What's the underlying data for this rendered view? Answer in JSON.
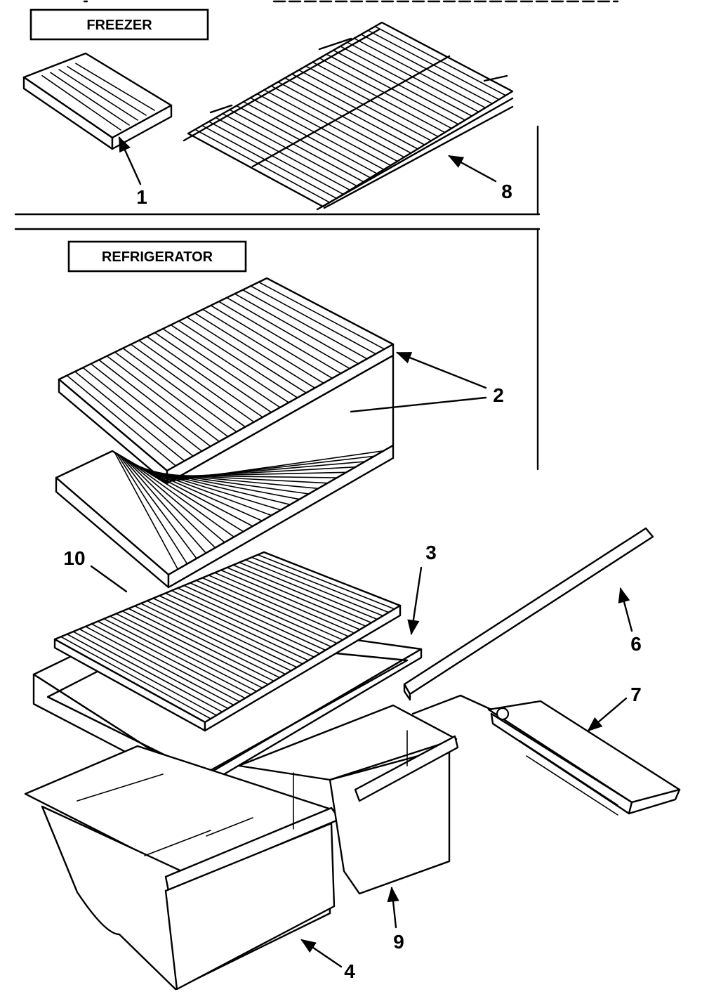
{
  "sections": {
    "freezer": "FREEZER",
    "refrigerator": "REFRIGERATOR"
  },
  "callouts": {
    "c1": "1",
    "c2": "2",
    "c3": "3",
    "c4": "4",
    "c6": "6",
    "c7": "7",
    "c8": "8",
    "c9": "9",
    "c10": "10"
  }
}
